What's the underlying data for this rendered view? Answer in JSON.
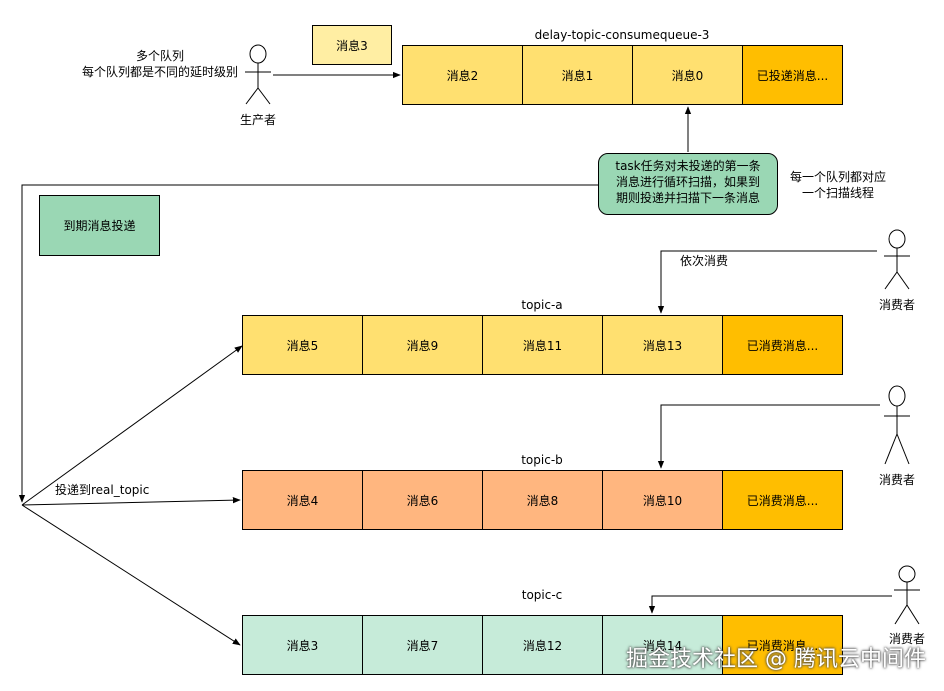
{
  "producer": {
    "label": "生产者",
    "desc_line1": "多个队列",
    "desc_line2": "每个队列都是不同的延时级别"
  },
  "delay_queue": {
    "title": "delay-topic-consumequeue-3",
    "pending_message": "消息3",
    "cells": [
      "消息2",
      "消息1",
      "消息0",
      "已投递消息..."
    ]
  },
  "task_note": {
    "line1": "task任务对未投递的第一条",
    "line2": "消息进行循环扫描，如果到",
    "line3": "期则投递并扫描下一条消息"
  },
  "scan_note": {
    "line1": "每一个队列都对应",
    "line2": "一个扫描线程"
  },
  "due_delivery_label": "到期消息投递",
  "deliver_to_label": "投递到real_topic",
  "consume_in_order_label": "依次消费",
  "topics": [
    {
      "title": "topic-a",
      "cells": [
        "消息5",
        "消息9",
        "消息11",
        "消息13",
        "已消费消息..."
      ],
      "consumer": "消费者"
    },
    {
      "title": "topic-b",
      "cells": [
        "消息4",
        "消息6",
        "消息8",
        "消息10",
        "已消费消息..."
      ],
      "consumer": "消费者"
    },
    {
      "title": "topic-c",
      "cells": [
        "消息3",
        "消息7",
        "消息12",
        "消息14",
        "已消费消息..."
      ],
      "consumer": "消费者"
    }
  ],
  "watermark": "掘金技术社区 @ 腾讯云中间件",
  "colors": {
    "yellow": "#ffe070",
    "orange": "#ffb67f",
    "green": "#c6ebd9",
    "gold": "#ffbe00",
    "note_green": "#9ad7b4"
  }
}
